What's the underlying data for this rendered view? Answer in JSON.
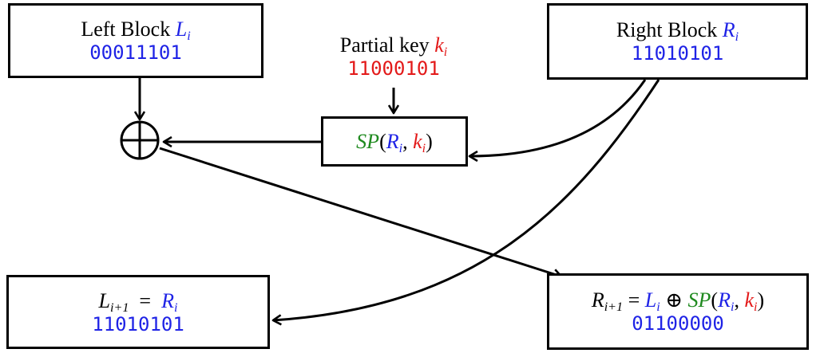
{
  "left_block": {
    "label": "Left Block",
    "symbol": "L",
    "subscript": "i",
    "bits": "00011101"
  },
  "right_block": {
    "label": "Right Block",
    "symbol": "R",
    "subscript": "i",
    "bits": "11010101"
  },
  "partial_key": {
    "label": "Partial key",
    "symbol": "k",
    "subscript": "i",
    "bits": "11000101"
  },
  "sp_box": {
    "func": "SP",
    "open": "(",
    "arg1": "R",
    "arg1_sub": "i",
    "comma": ",",
    "arg2": "k",
    "arg2_sub": "i",
    "close": ")"
  },
  "xor_symbol": "⊕",
  "out_left": {
    "symbol": "L",
    "subscript": "i+1",
    "equals": "=",
    "rhs": "R",
    "rhs_sub": "i",
    "bits": "11010101"
  },
  "out_right": {
    "symbol": "R",
    "subscript": "i+1",
    "equals": "=",
    "term1": "L",
    "term1_sub": "i",
    "op": "⊕",
    "func": "SP",
    "open": "(",
    "arg1": "R",
    "arg1_sub": "i",
    "comma": ",",
    "arg2": "k",
    "arg2_sub": "i",
    "close": ")",
    "bits": "01100000"
  },
  "colors": {
    "blue": "#1f23e6",
    "red": "#e31a1a",
    "green": "#1f8a1f",
    "line": "#000000"
  }
}
